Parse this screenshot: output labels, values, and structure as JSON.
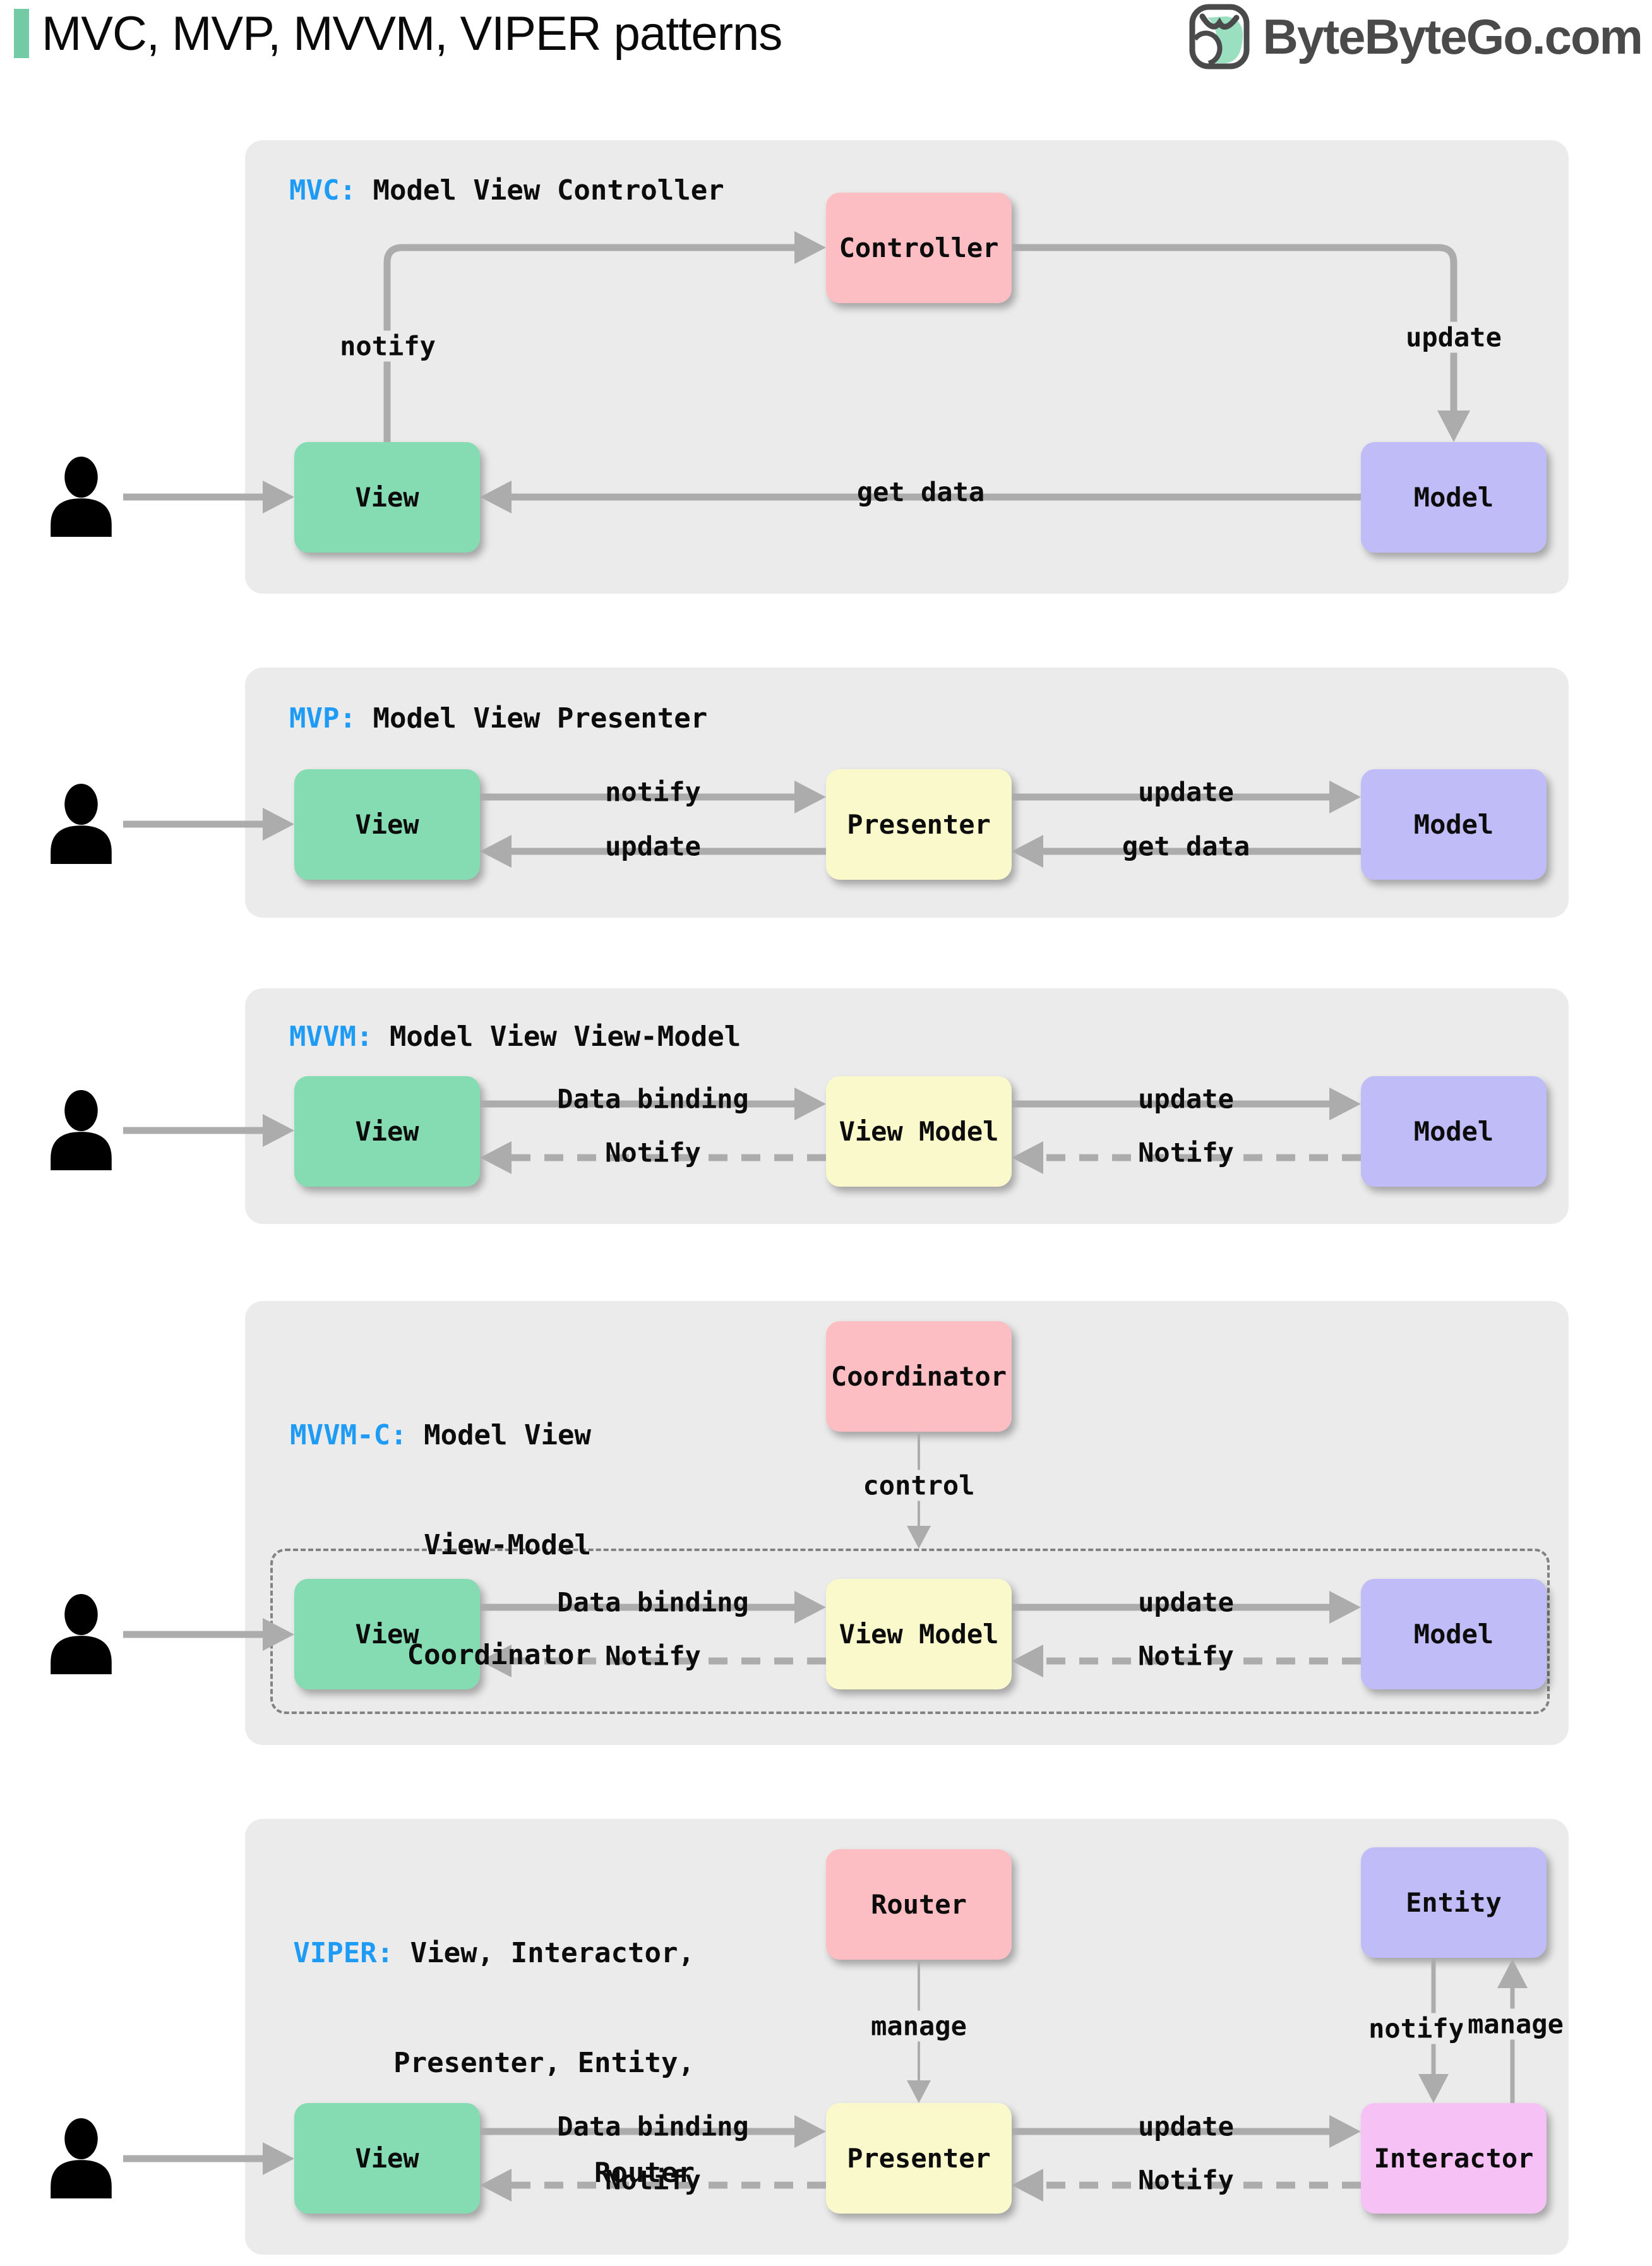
{
  "title": "MVC, MVP, MVVM, VIPER patterns",
  "brand": {
    "name": "ByteByteGo.com",
    "logo_icon": "bytebytego-bird-icon"
  },
  "colors": {
    "accent_green": "#72CBA4",
    "tag_blue": "#1E9BF5",
    "panel_bg": "#EBEBEB",
    "box_green": "#85DCB2",
    "box_yellow": "#FAF9CB",
    "box_purple": "#C0BCF8",
    "box_pink": "#FCBEC2",
    "box_magenta": "#F6C2F6",
    "arrow_gray": "#ACACAC",
    "brand_gray": "#4A4A4A"
  },
  "panels": {
    "mvc": {
      "tag": "MVC:",
      "name": " Model View Controller",
      "boxes": {
        "view": "View",
        "controller": "Controller",
        "model": "Model"
      },
      "labels": {
        "notify": "notify",
        "update": "update",
        "get_data": "get data"
      }
    },
    "mvp": {
      "tag": "MVP:",
      "name": " Model View Presenter",
      "boxes": {
        "view": "View",
        "presenter": "Presenter",
        "model": "Model"
      },
      "labels": {
        "notify": "notify",
        "update_left": "update",
        "update_right": "update",
        "get_data": "get data"
      }
    },
    "mvvm": {
      "tag": "MVVM:",
      "name": " Model View View-Model",
      "boxes": {
        "view": "View",
        "view_model": "View Model",
        "model": "Model"
      },
      "labels": {
        "data_binding": "Data binding",
        "notify_left": "Notify",
        "update": "update",
        "notify_right": "Notify"
      }
    },
    "mvvm_c": {
      "tag": "MVVM-C:",
      "name_line1": " Model View",
      "name_line2": "View-Model",
      "name_line3": "Coordinator",
      "boxes": {
        "coordinator": "Coordinator",
        "view": "View",
        "view_model": "View Model",
        "model": "Model"
      },
      "labels": {
        "control": "control",
        "data_binding": "Data binding",
        "notify_left": "Notify",
        "update": "update",
        "notify_right": "Notify"
      }
    },
    "viper": {
      "tag": "VIPER:",
      "name_line1": " View, Interactor,",
      "name_line2": "Presenter, Entity,",
      "name_line3": "Router",
      "boxes": {
        "router": "Router",
        "entity": "Entity",
        "view": "View",
        "presenter": "Presenter",
        "interactor": "Interactor"
      },
      "labels": {
        "manage_router": "manage",
        "notify_entity": "notify",
        "manage_entity": "manage",
        "data_binding": "Data binding",
        "notify_left": "Notify",
        "update": "update",
        "notify_right": "Notify"
      }
    }
  }
}
